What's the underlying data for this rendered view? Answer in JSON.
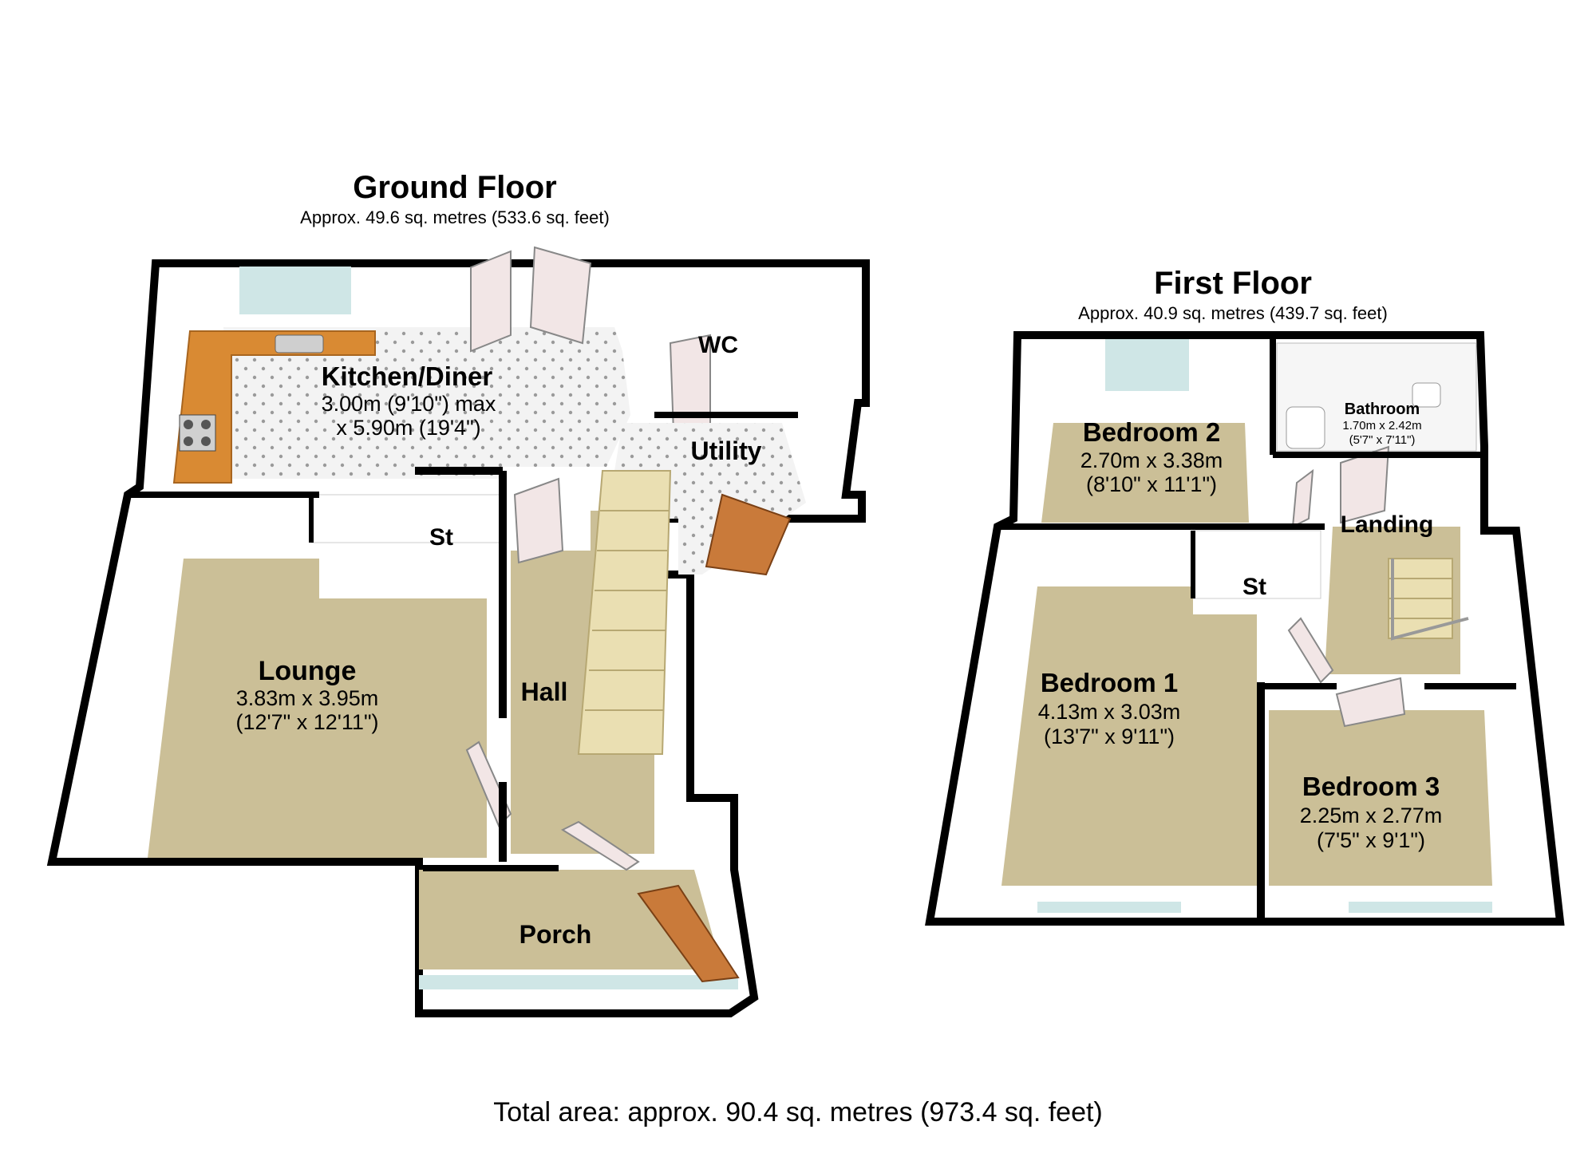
{
  "ground_floor": {
    "title": "Ground Floor",
    "area": "Approx. 49.6 sq. metres (533.6 sq. feet)",
    "rooms": {
      "kitchen": {
        "name": "Kitchen/Diner",
        "dim1": "3.00m (9'10\") max",
        "dim2": "x 5.90m (19'4\")"
      },
      "wc": {
        "name": "WC"
      },
      "utility": {
        "name": "Utility"
      },
      "store": {
        "name": "St"
      },
      "lounge": {
        "name": "Lounge",
        "dim1": "3.83m x 3.95m",
        "dim2": "(12'7\" x 12'11\")"
      },
      "hall": {
        "name": "Hall"
      },
      "porch": {
        "name": "Porch"
      }
    }
  },
  "first_floor": {
    "title": "First Floor",
    "area": "Approx. 40.9 sq. metres (439.7 sq. feet)",
    "rooms": {
      "bedroom2": {
        "name": "Bedroom 2",
        "dim1": "2.70m x 3.38m",
        "dim2": "(8'10\" x 11'1\")"
      },
      "bathroom": {
        "name": "Bathroom",
        "dim1": "1.70m x 2.42m",
        "dim2": "(5'7\" x 7'11\")"
      },
      "landing": {
        "name": "Landing"
      },
      "store": {
        "name": "St"
      },
      "bedroom1": {
        "name": "Bedroom 1",
        "dim1": "4.13m x 3.03m",
        "dim2": "(13'7\" x 9'11\")"
      },
      "bedroom3": {
        "name": "Bedroom 3",
        "dim1": "2.25m x 2.77m",
        "dim2": "(7'5\" x 9'1\")"
      }
    }
  },
  "total_area": "Total area: approx. 90.4 sq. metres (973.4 sq. feet)",
  "colors": {
    "wall": "#000000",
    "carpet": "#cbbf97",
    "tile": "#efefef",
    "worktop": "#d98a33",
    "door": "#f2e6e6",
    "front_door": "#c97a3a",
    "glass": "#cfe6e6",
    "stair": "#eadfb2"
  }
}
